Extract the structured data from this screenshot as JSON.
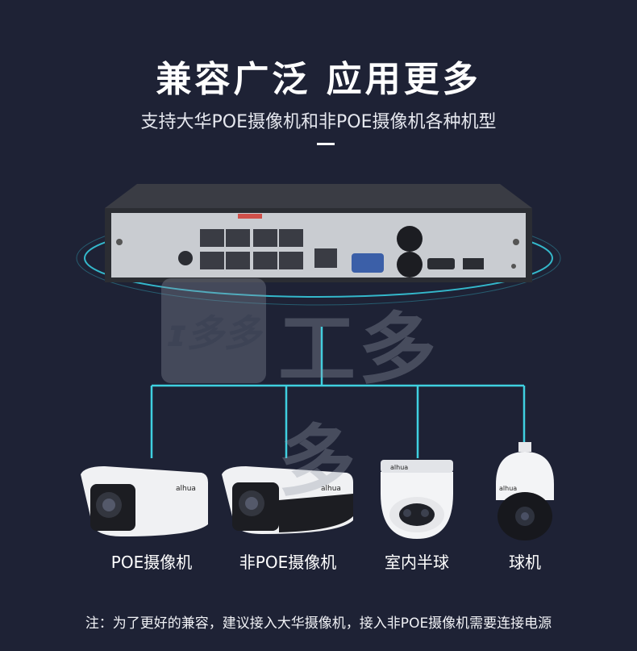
{
  "heading": {
    "title": "兼容广泛  应用更多",
    "subtitle": "支持大华POE摄像机和非POE摄像机各种机型"
  },
  "watermark": {
    "logo_text": "ɪ多多",
    "brand_text": "工多多"
  },
  "cameras": [
    {
      "label": "POE摄像机",
      "icon": "bullet-camera-icon"
    },
    {
      "label": "非POE摄像机",
      "icon": "bullet-camera-icon"
    },
    {
      "label": "室内半球",
      "icon": "dome-camera-icon"
    },
    {
      "label": "球机",
      "icon": "ptz-camera-icon"
    }
  ],
  "brand_on_device": "alhua",
  "note": "注：为了更好的兼容，建议接入大华摄像机，接入非POE摄像机需要连接电源",
  "colors": {
    "background": "#1e2235",
    "accent_line": "#3fd0e0",
    "text": "#ffffff"
  }
}
